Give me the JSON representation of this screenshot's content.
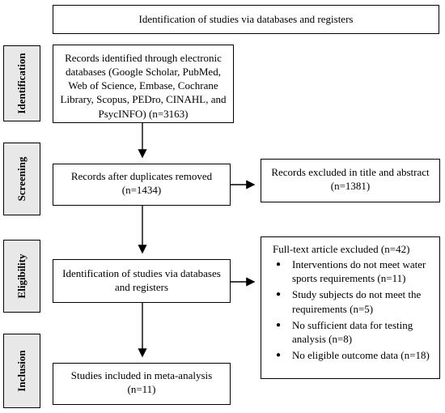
{
  "header": {
    "title": "Identification of studies via databases and registers"
  },
  "stages": [
    "Identification",
    "Screening",
    "Eligibility",
    "Inclusion"
  ],
  "boxes": {
    "identified": "Records identified through electronic databases (Google Scholar, PubMed, Web of Science, Embase, Cochrane Library, Scopus, PEDro, CINAHL, and PsycINFO) (n=3163)",
    "duplicates_removed": {
      "line1": "Records after duplicates removed",
      "line2": "(n=1434)"
    },
    "excluded_title": {
      "line1": "Records excluded in title and abstract",
      "line2": "(n=1381)"
    },
    "eligibility": "Identification of studies via databases and registers",
    "fulltext_excluded": {
      "title": "Full-text article excluded (n=42)",
      "items": [
        "Interventions do not meet water sports requirements (n=11)",
        "Study subjects do not meet the requirements (n=5)",
        "No sufficient data for testing analysis (n=8)",
        "No eligible outcome data (n=18)"
      ]
    },
    "included": {
      "line1": "Studies included in meta-analysis",
      "line2": "(n=11)"
    }
  }
}
